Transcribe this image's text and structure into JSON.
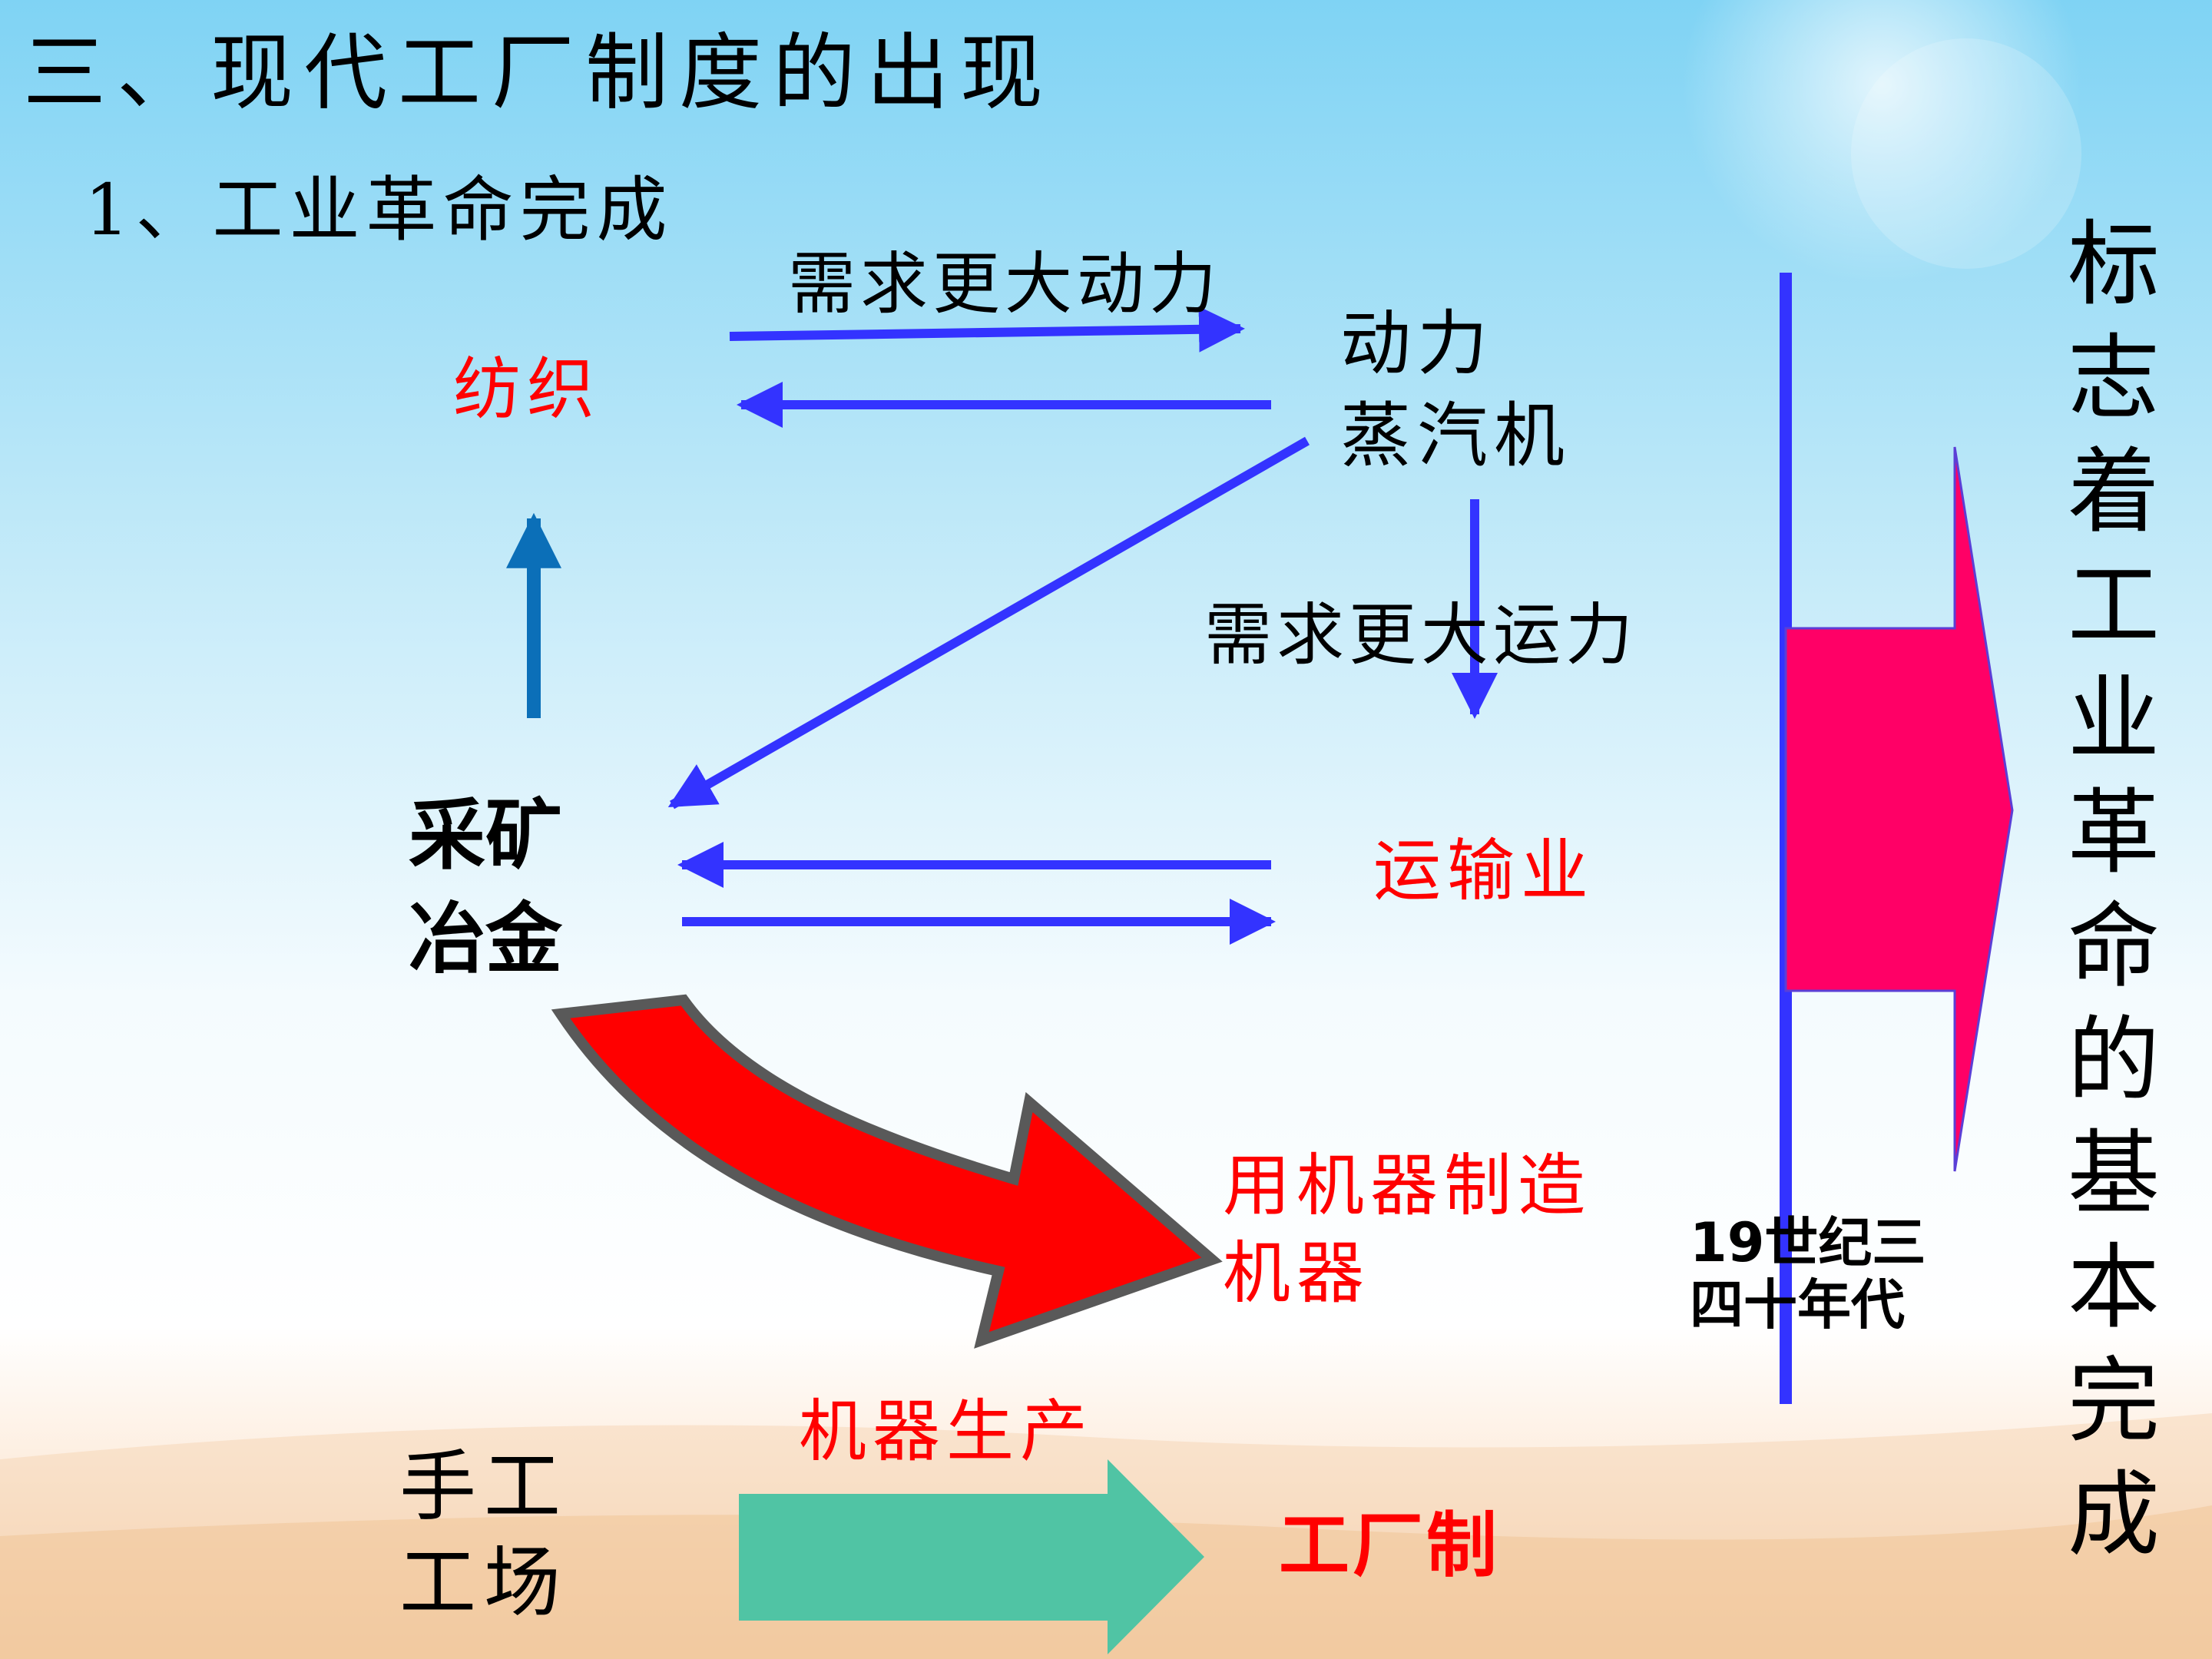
{
  "title": "三、现代工厂制度的出现",
  "subtitle": "1、工业革命完成",
  "nodes": {
    "textile": "纺织",
    "power_line1": "动力",
    "power_line2": "蒸汽机",
    "mining_line1": "采矿",
    "mining_line2": "冶金",
    "transport": "运输业",
    "machine_line1": "用机器制造",
    "machine_line2": "机器",
    "handicraft_line1": "手工",
    "handicraft_line2": "工场",
    "machine_production": "机器生产",
    "factory_system": "工厂制"
  },
  "labels": {
    "need_power": "需求更大动力",
    "need_transport": "需求更大运力"
  },
  "timeline": {
    "period_line1": "19世纪三",
    "period_line2": "四十年代"
  },
  "vertical_caption": "标志着工业革命的基本完成",
  "colors": {
    "blue_arrow": "#3333ff",
    "up_arrow": "#0b6fb8",
    "red_arrow": "#ff0000",
    "pink_arrow": "#ff0066",
    "teal_arrow": "#50c4a4",
    "red_text": "#ff0000"
  }
}
